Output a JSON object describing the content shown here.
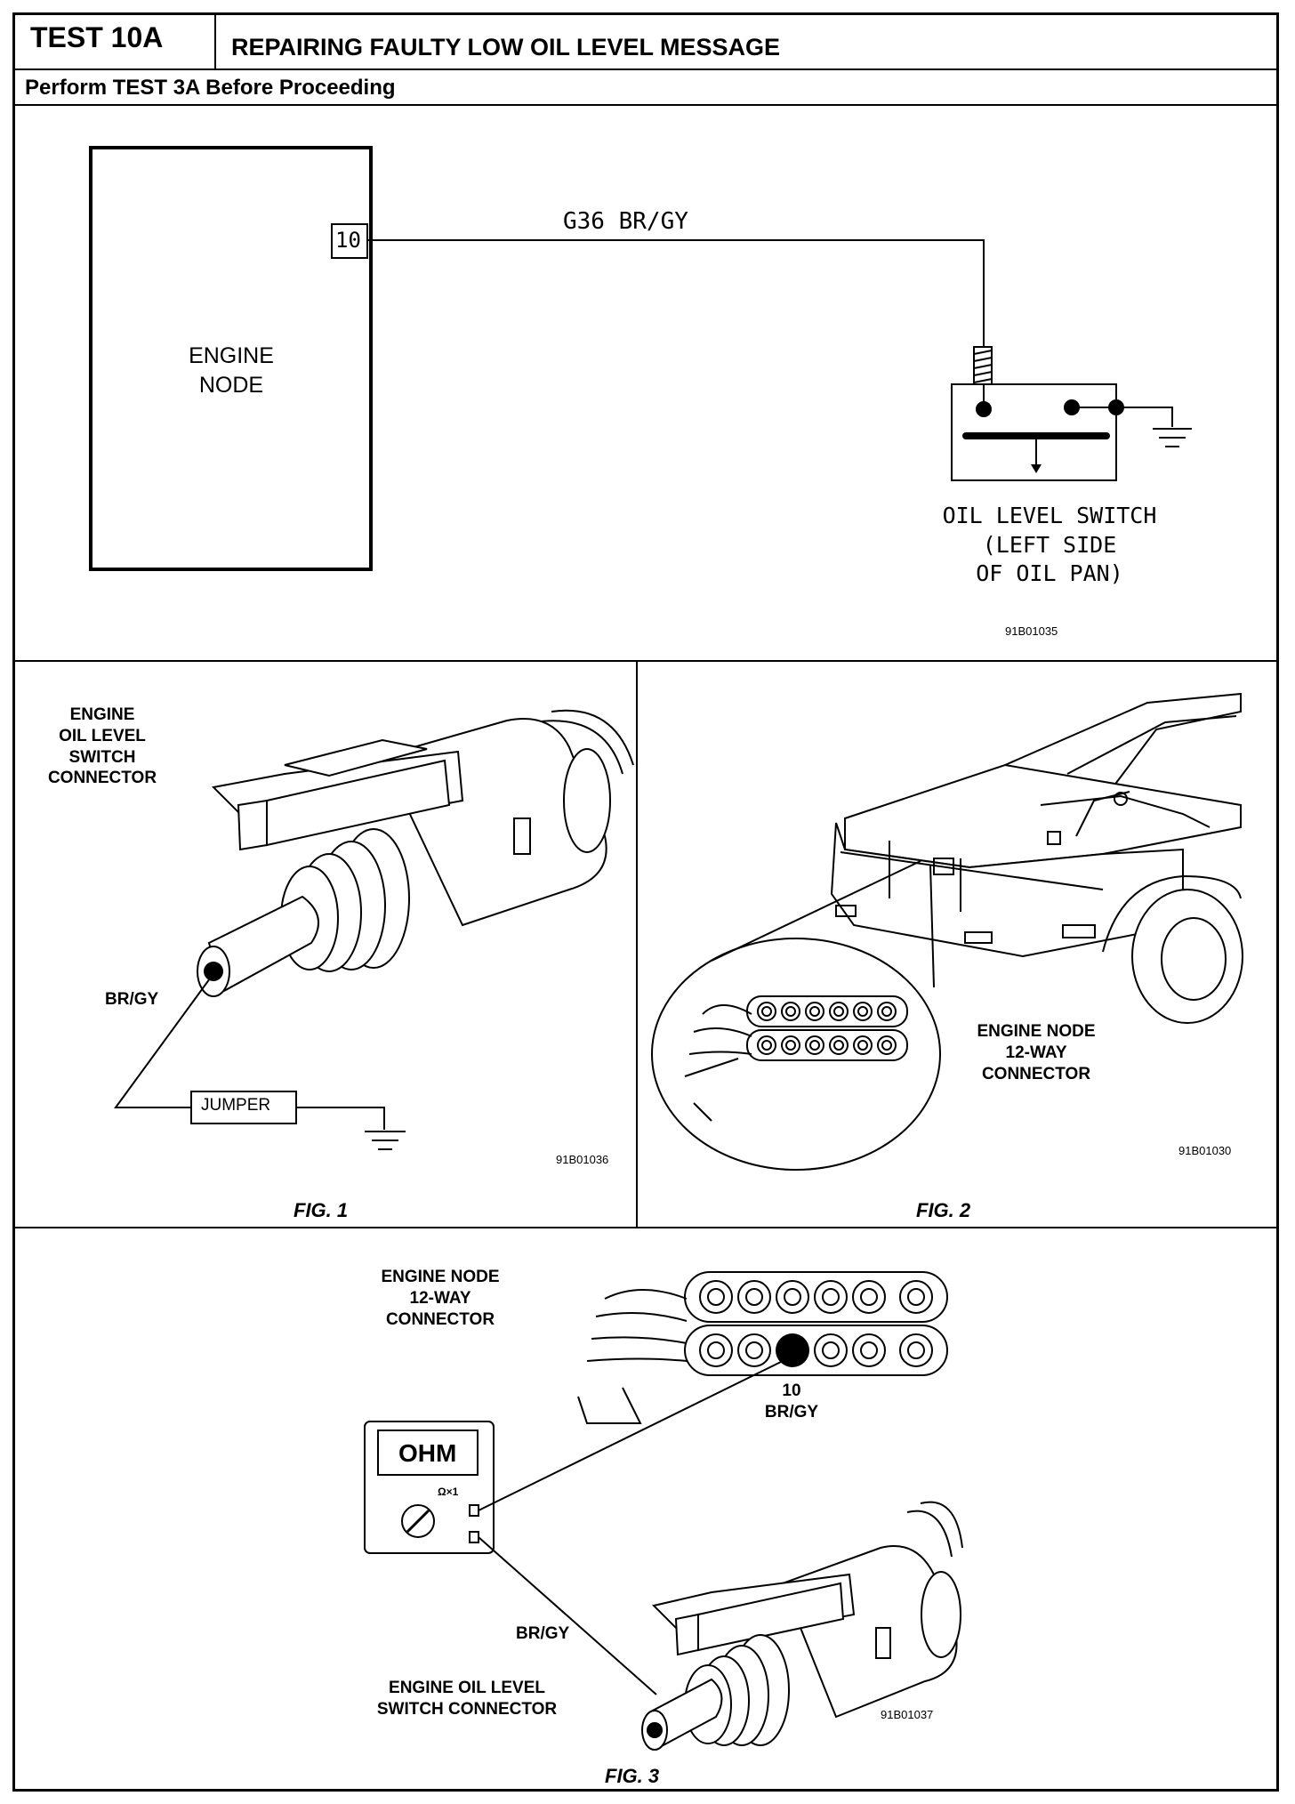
{
  "header": {
    "test_id": "TEST 10A",
    "title": "REPAIRING FAULTY LOW OIL LEVEL MESSAGE",
    "prerequisite": "Perform TEST 3A Before Proceeding"
  },
  "schematic": {
    "module_label_line1": "ENGINE",
    "module_label_line2": "NODE",
    "pin": "10",
    "wire": "G36 BR/GY",
    "switch_label_line1": "OIL LEVEL SWITCH",
    "switch_label_line2": "(LEFT SIDE",
    "switch_label_line3": "OF OIL PAN)",
    "ref_code": "91B01035"
  },
  "fig1": {
    "label_line1": "ENGINE",
    "label_line2": "OIL LEVEL",
    "label_line3": "SWITCH",
    "label_line4": "CONNECTOR",
    "wire": "BR/GY",
    "jumper": "JUMPER",
    "ref_code": "91B01036",
    "caption": "FIG. 1"
  },
  "fig2": {
    "label_line1": "ENGINE NODE",
    "label_line2": "12-WAY",
    "label_line3": "CONNECTOR",
    "ref_code": "91B01030",
    "caption": "FIG. 2"
  },
  "fig3": {
    "connector_line1": "ENGINE NODE",
    "connector_line2": "12-WAY",
    "connector_line3": "CONNECTOR",
    "pin": "10",
    "pin_wire": "BR/GY",
    "meter_display": "OHM",
    "meter_range": "Ω×1",
    "wire": "BR/GY",
    "switch_line1": "ENGINE OIL LEVEL",
    "switch_line2": "SWITCH CONNECTOR",
    "ref_code": "91B01037",
    "caption": "FIG. 3"
  }
}
